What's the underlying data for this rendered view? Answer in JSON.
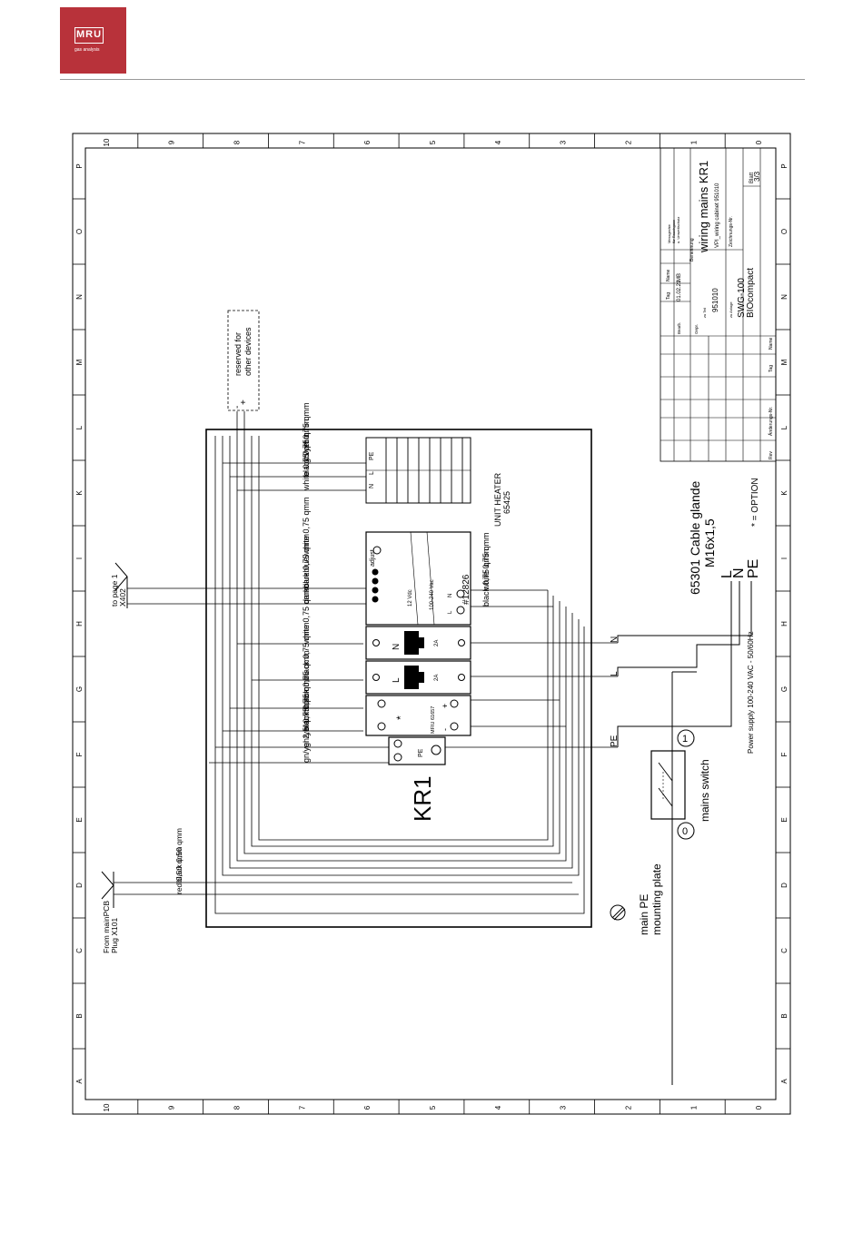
{
  "logo": {
    "text": "MRU",
    "subtext": "gas analysis"
  },
  "frame": {
    "columns_top": [
      "10",
      "9",
      "8",
      "7",
      "6",
      "5",
      "4",
      "3",
      "2",
      "1",
      "0"
    ],
    "rows_left": [
      "P",
      "O",
      "N",
      "M",
      "L",
      "K",
      "I",
      "H",
      "G",
      "F",
      "E",
      "D",
      "C",
      "B",
      "A"
    ]
  },
  "title_block": {
    "title": "wiring mains KR1",
    "subtitle": "VPI_wiring cabinet 951010",
    "doc_number": "951010",
    "product": "SWG-100",
    "product2": "BIOcompact",
    "sheet_label": "Blatt",
    "sheet": "3/3",
    "date": "01.02.21",
    "name": "MB",
    "col_tag": "Tag",
    "col_name": "Name",
    "row_bearb": "Bearb.",
    "row_gepr": "Gepr.",
    "benennung": "Benennung",
    "zeichnungs_nr": "Zeichnungs-Nr.",
    "zu_teil": "zu Teil",
    "zu_anlage": "zu Anlage",
    "rev": "Rev",
    "aenderungs_nr": "Änderungs-Nr.",
    "company1": "Messgeräte",
    "company2": "für Rauchgase",
    "company3": "u. Umweltschutz"
  },
  "labels": {
    "kr1": "KR1",
    "cable_gland": "65301 Cable glande",
    "cable_gland_size": "M16x1,5",
    "L": "L",
    "N": "N",
    "PE": "PE",
    "option": "* = OPTION",
    "power_supply": "Power supply 100-240 VAC - 50/60Hz",
    "mains_switch": "mains switch",
    "switch_0": "0",
    "switch_1": "1",
    "main_pe": "main PE",
    "mounting_plate": "mounting plate",
    "from_main_pcb": "From mainPCB",
    "plug_x101": "Plug X101",
    "to_page1": "to page 1",
    "x402": "X402",
    "reserved": "reserved for",
    "other_devices": "other devices",
    "unit_heater": "UNIT HEATER",
    "unit_heater_nr": "65425",
    "psu_nr": "#12826",
    "psu_12vdc": "12 Vdc",
    "psu_ac": "100-240 Vac",
    "adjust": "adjust",
    "relay_nr": "MFIU 61657",
    "fuse_rating": "2A",
    "pe_terminal": "PE",
    "wires": {
      "gnyel_075": "gn/yel 0,75 qmm",
      "black_075": "black 0,75 qmm",
      "white_075": "white 0,75 qmm",
      "darkblue_white": "darkblue/white 0,75 qmm",
      "darkblue": "darkblue 0,75 qmm",
      "gnyel_25": "gn/yel 2,5 qmm",
      "black_050": "black 0,50 qmm",
      "red_050": "red 0,50 qmm"
    }
  }
}
